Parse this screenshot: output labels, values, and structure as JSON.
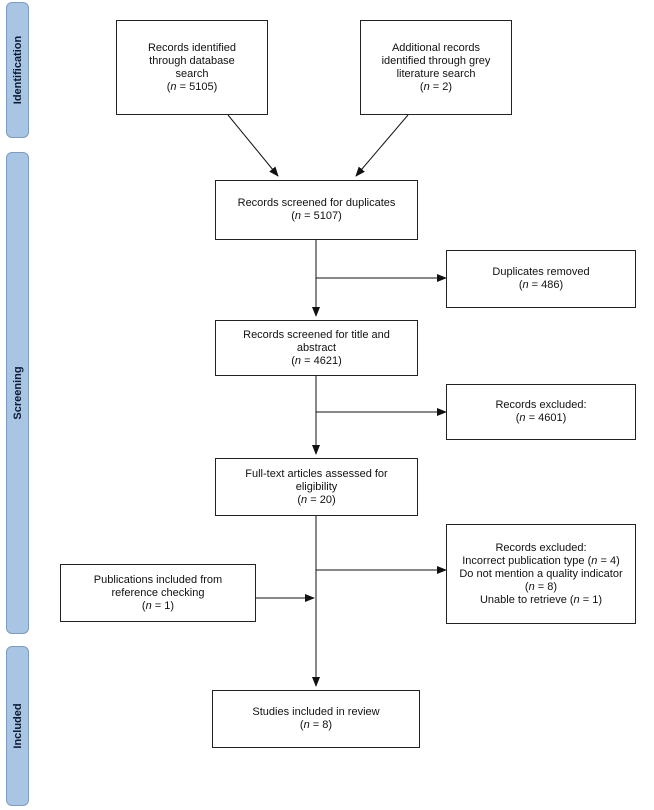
{
  "phases": {
    "identification": "Identification",
    "screening": "Screening",
    "included": "Included"
  },
  "boxes": {
    "database_search": {
      "lines": [
        "Records identified",
        "through database",
        "search"
      ],
      "n": "5105"
    },
    "grey_literature": {
      "lines": [
        "Additional records",
        "identified through grey",
        "literature search"
      ],
      "n": "2"
    },
    "screened_duplicates": {
      "lines": [
        "Records screened for duplicates"
      ],
      "n": "5107"
    },
    "duplicates_removed": {
      "lines": [
        "Duplicates removed"
      ],
      "n": "486"
    },
    "screened_title_abstract": {
      "lines": [
        "Records screened for title and",
        "abstract"
      ],
      "n": "4621"
    },
    "excluded_title_abstract": {
      "lines": [
        "Records excluded:"
      ],
      "n": "4601"
    },
    "full_text": {
      "lines": [
        "Full-text articles assessed for",
        "eligibility"
      ],
      "n": "20"
    },
    "excluded_full_text": {
      "title": "Records excluded:",
      "reasons": [
        {
          "text": "Incorrect publication type",
          "n": "4"
        },
        {
          "text": "Do not mention a quality indicator",
          "n": "8"
        },
        {
          "text": "Unable to retrieve",
          "n": "1"
        }
      ]
    },
    "reference_checking": {
      "lines": [
        "Publications included from",
        "reference checking"
      ],
      "n": "1"
    },
    "included_studies": {
      "lines": [
        "Studies included in review"
      ],
      "n": "8"
    }
  },
  "n_symbol": "n",
  "n_prefix": "(",
  "n_suffix": ")"
}
